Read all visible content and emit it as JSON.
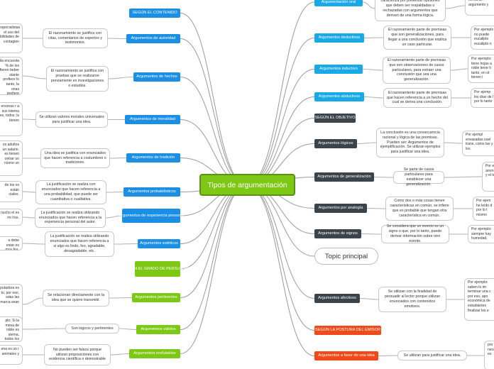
{
  "central": "Tipos de argumentación",
  "topic": "Topic principal",
  "left": [
    {
      "label": "SEGÚN EL CONTENIDO",
      "color": "blue",
      "desc": "",
      "side": ""
    },
    {
      "label": "Argumentos de autoridad",
      "color": "blue",
      "desc": "El razonamiento se justifica con citas, comentarios de expertos y testimonios.",
      "side": "especialistas el uso del bilidades de contagien"
    },
    {
      "label": "Argumentos de hechos",
      "color": "blue",
      "desc": "El razonamiento se justifica con pruebas que se realizaron previamente en investigaciones o estudios.",
      "side": "ila encuesta % de los fieren beber stante prefiere lo tanto, la onas prefiere osas."
    },
    {
      "label": "Argumentos de moralidad",
      "color": "blue",
      "desc": "Se utilizan valores morales universales para justificar una idea.",
      "side": "ersonas r a sus istema es, todos ;ls tienen"
    },
    {
      "label": "Argumentos de tradición",
      "color": "blue",
      "desc": "Una idea se justifica con enunciados que hacen referencia a costumbres o tradiciones.",
      "side": "os adultos un salario. es tienen ontrar un rcione un"
    },
    {
      "label": "Argumentos probabilísticos",
      "color": "blue",
      "desc": "La justificación se realiza con enunciados que hacen referencia a una probabilidad, que puede ser cuantitativa o cualitativa.",
      "side": "de los os están ciales."
    },
    {
      "label": "Argumentos de experiencia personal",
      "color": "blue",
      "desc": "La justificación se realiza utilizando enunciados que hacen referencia a la experiencia personal del autor.",
      "side": "nucho el es mi ríos."
    },
    {
      "label": "Argumentos estéticos",
      "color": "blue",
      "desc": "La justificación se realiza utilizando enunciados que hacen referencia a si algo es lindo, feo, agradable, desagradable, etc.",
      "side": "a debe estar es muy fea."
    },
    {
      "label": "SEGÚN EL GRADO DE PERSUASIÓN",
      "color": "green",
      "desc": "",
      "side": ""
    },
    {
      "label": "Argumentos pertinentes",
      "color": "green",
      "desc": "Se relacionan directamente con la idea que se quiere transmitir.",
      "side": "putadora es to, por eso, odas las marca sean"
    },
    {
      "label": "Argumentos válidos",
      "color": "green",
      "desc": "Son lógicos y pertinentes",
      "side": "plo: Si la mesa de roble es stema, todos los muebles gan con roble serán muy resistentes."
    },
    {
      "label": "Argumentos irrefutables",
      "color": "green",
      "desc": "No pueden ser falsos porque utilizan proposiciones con evidencia científica o demostrable",
      "side": "ena es un r animales y"
    }
  ],
  "right": [
    {
      "label": "Argumentación oral",
      "color": "cyan",
      "desc": "caracteriza por presentar opiniones que deben ser respaldadas o rechazadas con argumentos que deriven de una forma lógica.",
      "side": "forma de argumento y"
    },
    {
      "label": "Argumentos deductivos",
      "color": "cyan",
      "desc": "El razonamiento parte de premisas que son generalizaciones, para llegar a una conclusión que explica un caso particular.",
      "side": "Por ejemplo no puede eucalipto eucalipto n"
    },
    {
      "label": "Argumentos inductivo",
      "color": "cyan",
      "desc": "El razonamiento parte de premisas que son observaciones de casos particulares, para extraer una conclusión que sea una generalización.",
      "side": "Por ejemplo: tiene hojas a roble tiene h tanto, en ot tienen l"
    },
    {
      "label": "Argumentos abductivos",
      "color": "cyan",
      "desc": "El razonamiento parte de premisas que hacen referencia a un hecho del cual se deriva una conclusión.",
      "side": "Por ejemp los días de l por lo tanto"
    },
    {
      "label": "SEGÚN EL OBJETIVO",
      "color": "dark",
      "desc": "",
      "side": ""
    },
    {
      "label": "Argumentos lógicos",
      "color": "dark",
      "desc": "La conclusión es una consecuencia racional y lógica de las premisas. Pueden ser: Argumentos de ejemplificación. Se utilizan ejemplos para justificar una idea.",
      "side": "Por ejempl envasadas suel trans, como las y los"
    },
    {
      "label": "Argumentos de generalización",
      "color": "dark",
      "desc": "Se parte de casos particulares para establecer una generalización.",
      "side": "Por ej arom y el to"
    },
    {
      "label": "Argumentos por analogía",
      "color": "dark",
      "desc": "Como dos o más cosas tienen características en común, se infiere que es probable que tengan otra característica en común.",
      "side": "Por ejem he leído d por lo t mismo"
    },
    {
      "label": "Argumentos de signos",
      "color": "dark",
      "desc": "Se considera que un evento es un signo o que, por lo tanto, puede derivar información sobre otro evento.",
      "side": "Por ejemplo: siempre hay humedad,"
    },
    {
      "label": "Argumentos afectivos",
      "color": "dark",
      "desc": "Se utilizan con la finalidad de persuadir al lector porque utilizan enunciados con contenidos emotivos.",
      "side": "Por ejemplo: saben lo im terminar una c por eso, apo económica de estudiantes finalizar los e"
    },
    {
      "label": "SEGÚN LA POSTURA DEL EMISOR",
      "color": "red",
      "desc": "",
      "side": ""
    },
    {
      "label": "Argumentos a favor de una idea",
      "color": "red",
      "desc": "Se utilizan para justificar una idea.",
      "side": "pre e nece es"
    }
  ]
}
